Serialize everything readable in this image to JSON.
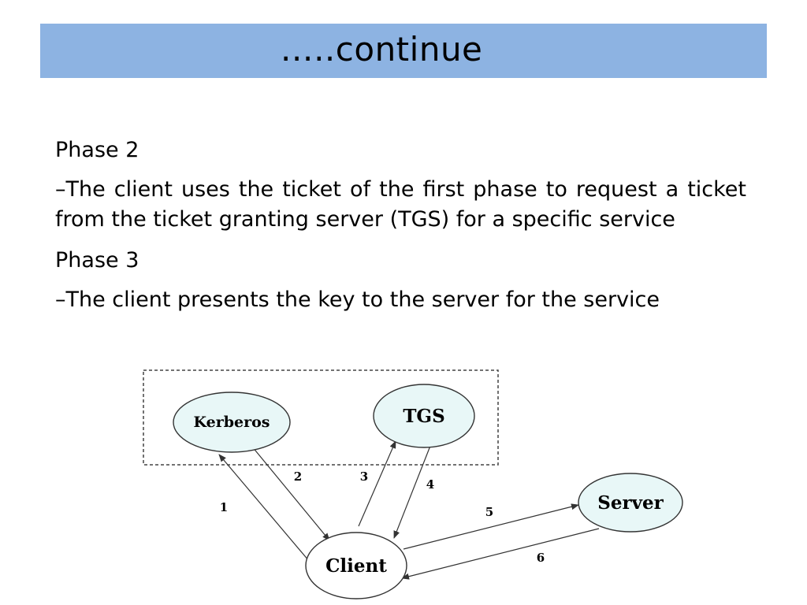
{
  "slide": {
    "title": "…..continue",
    "colors": {
      "title_bar": "#8db3e2",
      "node_fill": "#e8f7f7",
      "line": "#333333"
    }
  },
  "body": {
    "paragraphs": [
      "Phase 2",
      "–The client uses the ticket of the first phase to request a ticket from the ticket granting server (TGS) for a specific service",
      "Phase 3",
      "–The client presents the key to the server for the service"
    ]
  },
  "diagram": {
    "nodes": {
      "kerberos": "Kerberos",
      "tgs": "TGS",
      "server": "Server",
      "client": "Client"
    },
    "edge_labels": [
      "1",
      "2",
      "3",
      "4",
      "5",
      "6"
    ]
  }
}
